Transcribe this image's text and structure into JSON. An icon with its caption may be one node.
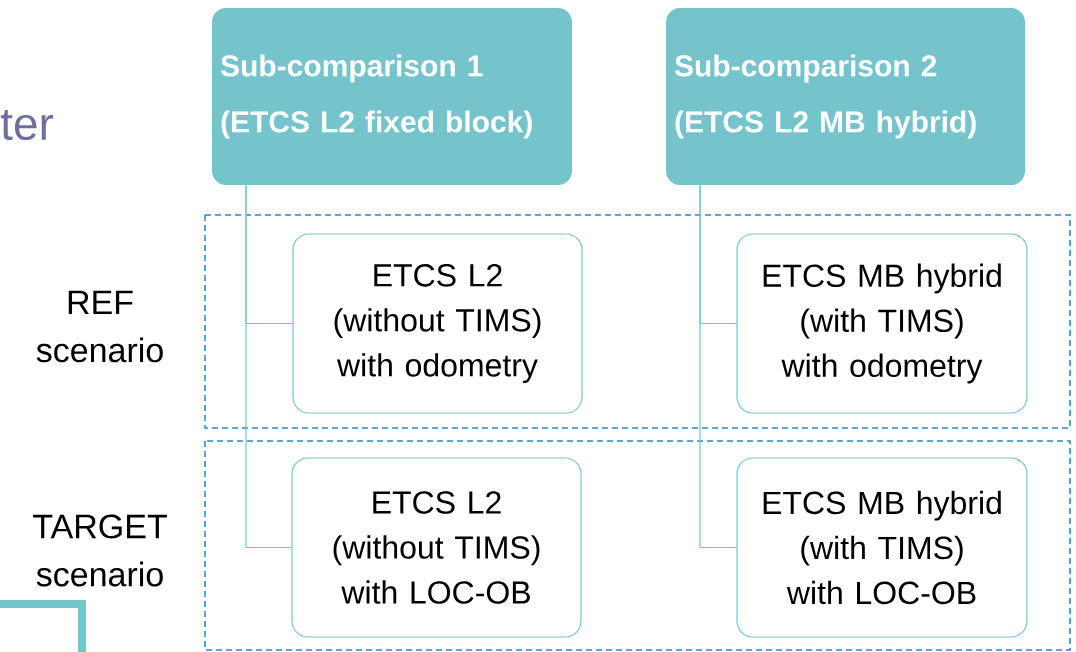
{
  "diagram": {
    "nodes": [
      {
        "text": [
          "Sub-comparison 1 (ETCS L2 fixed block)"
        ]
      },
      {
        "text": [
          "Sub-comparison 2 (ETCS L2 MB hybrid)"
        ]
      },
      {
        "text": [
          "REF scenario"
        ]
      },
      {
        "text": [
          "ETCS L2 (without TIMS) with odometry"
        ],
        "in": 2
      },
      {
        "text": [
          "ETCS MB hybrid (with TIMS) with odometry"
        ],
        "in": 2
      },
      {
        "text": [
          "TARGET scenario"
        ]
      },
      {
        "text": [
          "ETCS L2 (without TIMS) with LOC-OB"
        ],
        "in": 5
      },
      {
        "text": [
          "ETCS MB hybrid (with TIMS) with LOC-OB"
        ],
        "in": 5
      }
    ],
    "edges": [
      {
        "from": 0,
        "to": 3,
        "arrow": "none"
      },
      {
        "from": 0,
        "to": 6,
        "arrow": "none"
      },
      {
        "from": 1,
        "to": 4,
        "arrow": "none"
      },
      {
        "from": 1,
        "to": 7,
        "arrow": "none"
      }
    ],
    "labels": [
      "ter"
    ]
  }
}
